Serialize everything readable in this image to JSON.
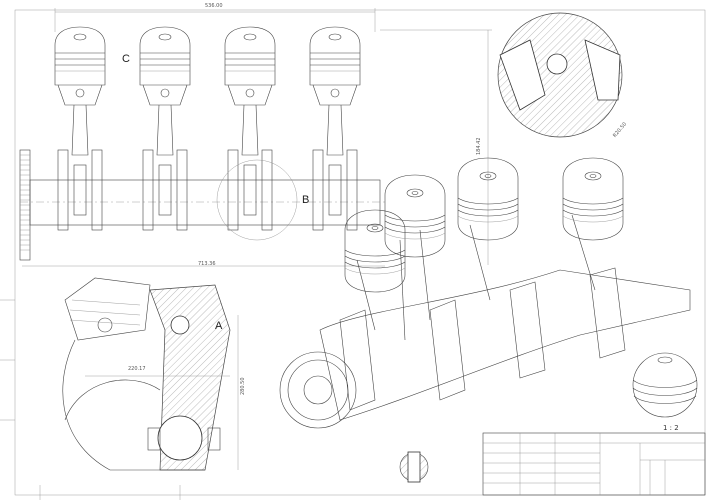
{
  "drawing": {
    "labels": {
      "c": "C",
      "b": "B",
      "a": "A",
      "scale": "1 : 2"
    },
    "dimensions": {
      "top_width": "536.00",
      "right_height": "184.42",
      "crank_length": "713.36",
      "piston_offset": "220.17",
      "rod_height": "280.50",
      "detail_radius": "R20.50"
    }
  }
}
